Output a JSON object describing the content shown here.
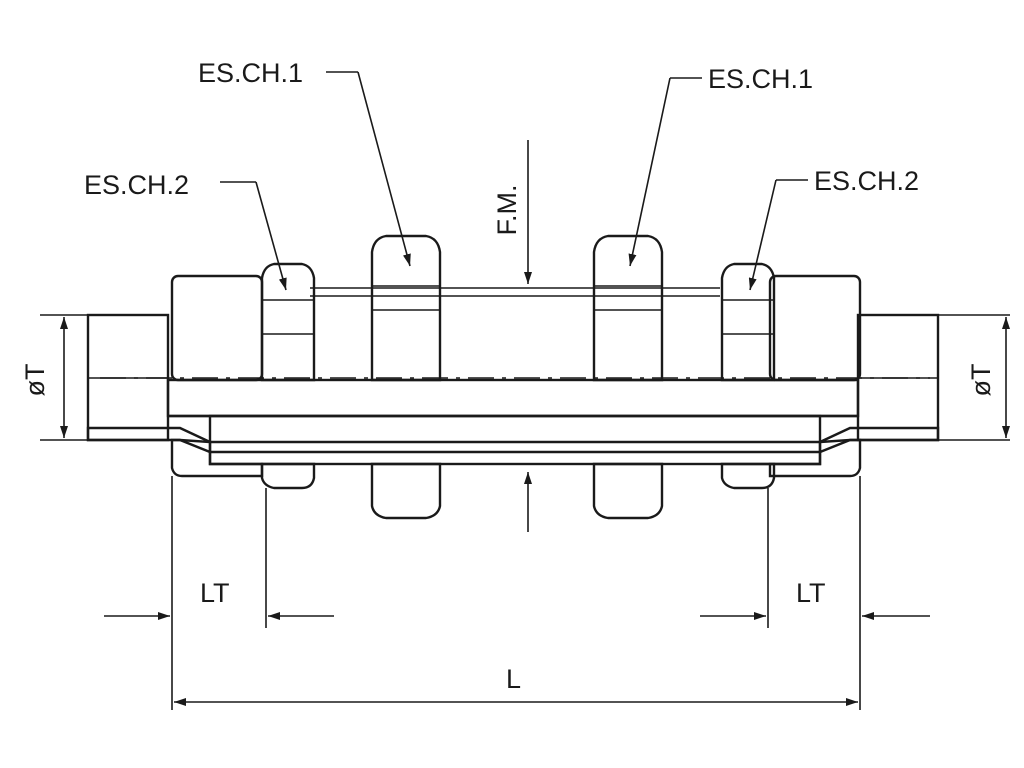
{
  "labels": {
    "es_ch1_left": "ES.CH.1",
    "es_ch1_right": "ES.CH.1",
    "es_ch2_left": "ES.CH.2",
    "es_ch2_right": "ES.CH.2",
    "fm": "F.M.",
    "diam_left": "øT",
    "diam_right": "øT",
    "lt_left": "LT",
    "lt_right": "LT",
    "length": "L"
  },
  "colors": {
    "line": "#1a1a1a",
    "background": "#ffffff"
  }
}
